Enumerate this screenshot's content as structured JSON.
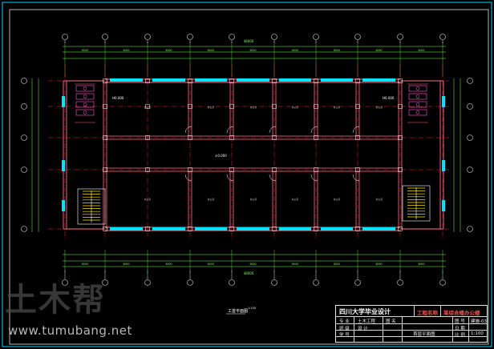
{
  "drawing": {
    "floor_label": "工首平面图",
    "scale": "1:100",
    "overall_dimension_top": "48000",
    "overall_dimension_bottom": "48000",
    "top_segments": [
      "6000",
      "6000",
      "6000",
      "6000",
      "6000",
      "6000",
      "6000",
      "6000"
    ],
    "bottom_segments": [
      "6000",
      "6000",
      "6000",
      "6000",
      "6000",
      "6000",
      "6000",
      "6000"
    ],
    "elevation_labels": [
      "H0.000",
      "H0.000",
      "±0.000"
    ],
    "room_labels": [
      "办公室",
      "办公室",
      "办公室",
      "办公室",
      "办公室",
      "办公室",
      "办公室",
      "办公室",
      "办公室",
      "办公室",
      "办公室",
      "办公室"
    ],
    "colors": {
      "wall": "#ff6f8a",
      "window": "#00e5ff",
      "axis": "#ff2a2a",
      "dimension": "#7cff5a",
      "stair": "#ffe600",
      "grid_bubble": "#e0e0e0",
      "frame": "#00d4ff"
    }
  },
  "watermark": {
    "logo_text": "土木帮",
    "url": "www.tumubang.net"
  },
  "title_block": {
    "school": "四川大学毕业设计",
    "discipline": "工程名称",
    "project": "某综合楼办公楼",
    "row_labels": [
      "专 业",
      "班 级",
      "学 号"
    ],
    "row_values": [
      "土木工程",
      "设 计",
      ""
    ],
    "drawing_name": "首层平面图",
    "drawing_name_label": "图 名",
    "sheet_label": "图 号",
    "sheet_value": "建施-03",
    "date_label": "日 期",
    "scale_label": "比 例",
    "scale_value": "1:100"
  }
}
